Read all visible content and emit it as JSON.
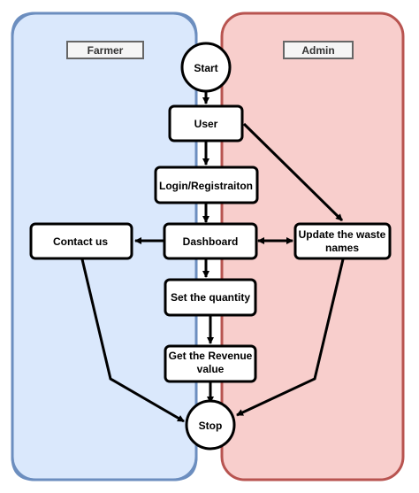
{
  "lanes": {
    "farmer": {
      "label": "Farmer",
      "fill": "#dae8fc",
      "stroke": "#6c8ebf"
    },
    "admin": {
      "label": "Admin",
      "fill": "#f8cecc",
      "stroke": "#b85450"
    }
  },
  "nodes": {
    "start": "Start",
    "user": "User",
    "login": "Login/Registraiton",
    "dashboard": "Dashboard",
    "contact": "Contact us",
    "update_line1": "Update the waste",
    "update_line2": "names",
    "quantity": "Set the quantity",
    "revenue_line1": "Get the Revenue",
    "revenue_line2": "value",
    "stop": "Stop"
  },
  "colors": {
    "node_fill": "#ffffff",
    "node_stroke": "#000000",
    "label_box_fill": "#f5f5f5",
    "label_box_stroke": "#666666"
  }
}
